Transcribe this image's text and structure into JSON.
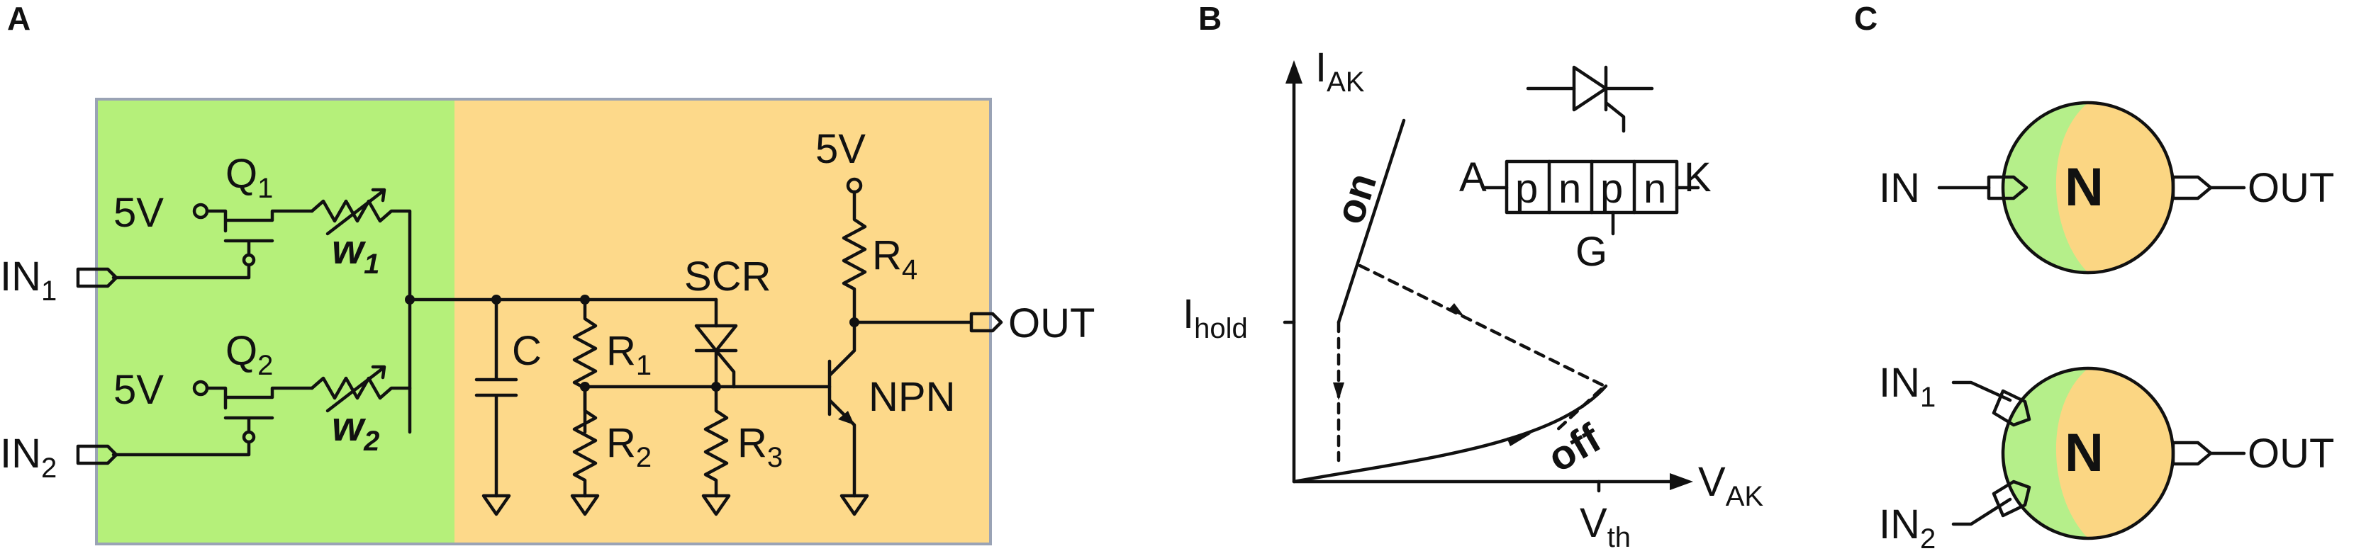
{
  "panels": {
    "a": {
      "letter": "A",
      "v_top": "5V",
      "v_bottom": "5V",
      "q1": {
        "main": "Q",
        "sub": "1"
      },
      "q2": {
        "main": "Q",
        "sub": "2"
      },
      "w1": {
        "main": "w",
        "sub": "1"
      },
      "w2": {
        "main": "w",
        "sub": "2"
      },
      "in1": {
        "main": "IN",
        "sub": "1"
      },
      "in2": {
        "main": "IN",
        "sub": "2"
      },
      "c": "C",
      "r1": {
        "main": "R",
        "sub": "1"
      },
      "r2": {
        "main": "R",
        "sub": "2"
      },
      "r3": {
        "main": "R",
        "sub": "3"
      },
      "r4": {
        "main": "R",
        "sub": "4"
      },
      "scr": "SCR",
      "v_npn": "5V",
      "npn": "NPN",
      "out": "OUT"
    },
    "b": {
      "letter": "B",
      "y_axis": {
        "main": "I",
        "sub": "AK"
      },
      "x_axis": {
        "main": "V",
        "sub": "AK"
      },
      "i_hold": {
        "main": "I",
        "sub": "hold"
      },
      "v_th": {
        "main": "V",
        "sub": "th"
      },
      "on": "on",
      "off": "off",
      "anode": "A",
      "cathode": "K",
      "gate": "G",
      "layers": [
        "p",
        "n",
        "p",
        "n"
      ]
    },
    "c": {
      "letter": "C",
      "top": {
        "in": "IN",
        "neuron": "N",
        "out": "OUT"
      },
      "bottom": {
        "in1": {
          "main": "IN",
          "sub": "1"
        },
        "in2": {
          "main": "IN",
          "sub": "2"
        },
        "neuron": "N",
        "out": "OUT"
      }
    }
  },
  "colors": {
    "green": "#b5f07a",
    "orange": "#fdd98a",
    "neuron_green": "#b5ef8a",
    "neuron_orange": "#fbd683",
    "line": "#111111",
    "border": "#9aa3b5"
  }
}
